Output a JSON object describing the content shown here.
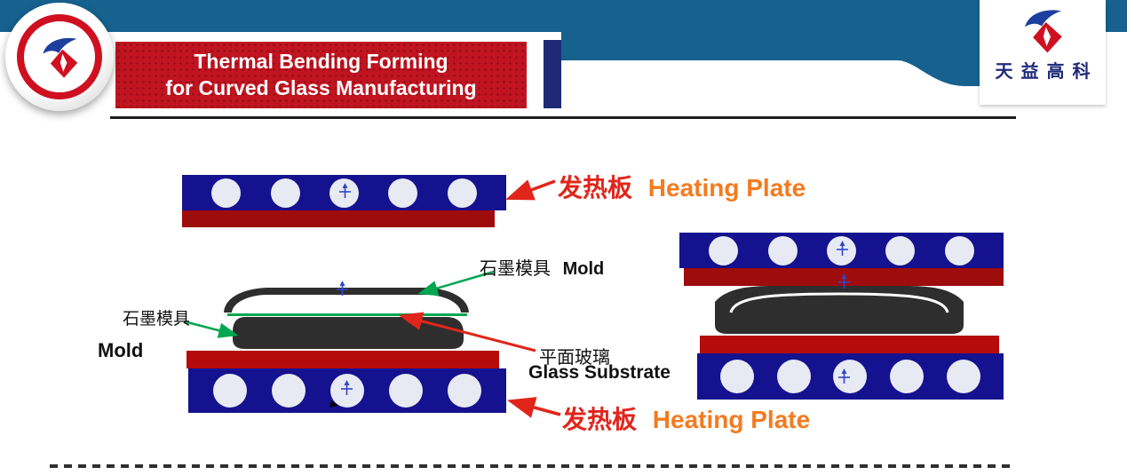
{
  "header": {
    "title_line1": "Thermal Bending Forming",
    "title_line2": "for Curved Glass Manufacturing",
    "logo_right_text": "天益高科"
  },
  "diagram": {
    "labels": {
      "heating_plate_top": {
        "zh": "发热板",
        "en": "Heating Plate"
      },
      "mold_top": {
        "zh": "石墨模具",
        "en": "Mold"
      },
      "mold_left": {
        "zh": "石墨模具",
        "en": "Mold"
      },
      "glass_substrate": {
        "zh": "平面玻璃",
        "en": "Glass Substrate"
      },
      "heating_plate_bottom": {
        "zh": "发热板",
        "en": "Heating Plate"
      }
    }
  },
  "colors": {
    "header_band": "#16618e",
    "banner_red": "#c01420",
    "divider_navy": "#1e2a78",
    "plate_blue": "#14128f",
    "plate_red_dark": "#9e0c0c",
    "plate_red_bright": "#b50b0b",
    "mold_dark": "#2e2e2e",
    "glass_green": "#00a651",
    "label_red": "#e1251b",
    "label_orange": "#f47b20"
  }
}
